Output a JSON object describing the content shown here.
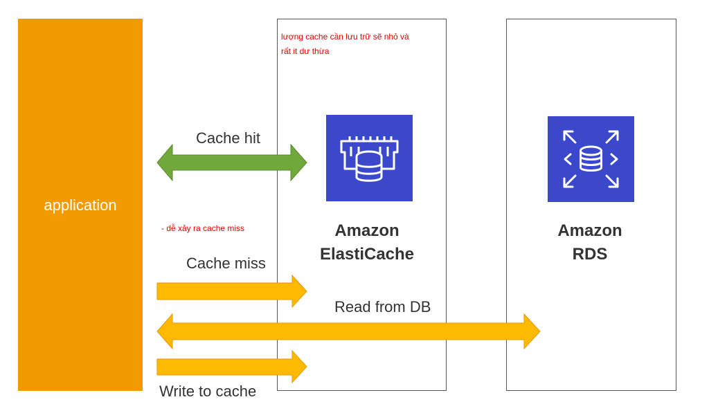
{
  "application": {
    "label": "application"
  },
  "elasticache": {
    "name_line1": "Amazon",
    "name_line2": "ElastiCache",
    "note_line1": "lượng cache cần lưu trữ sẽ nhỏ và",
    "note_line2": "rất it dư thừa",
    "icon": "elasticache-memory-database-icon"
  },
  "rds": {
    "name_line1": "Amazon",
    "name_line2": "RDS",
    "icon": "rds-database-expand-icon"
  },
  "flows": {
    "cache_hit": "Cache hit",
    "cache_miss_note": "- dễ xảy ra cache miss",
    "cache_miss": "Cache miss",
    "read_from_db": "Read from DB",
    "write_to_cache": "Write to cache"
  },
  "colors": {
    "application": "#f39a00",
    "cache_hit_arrow": "#70a83b",
    "flow_arrow": "#ffb900",
    "icon_tile": "#3b48cc",
    "note_text": "#e00000"
  }
}
